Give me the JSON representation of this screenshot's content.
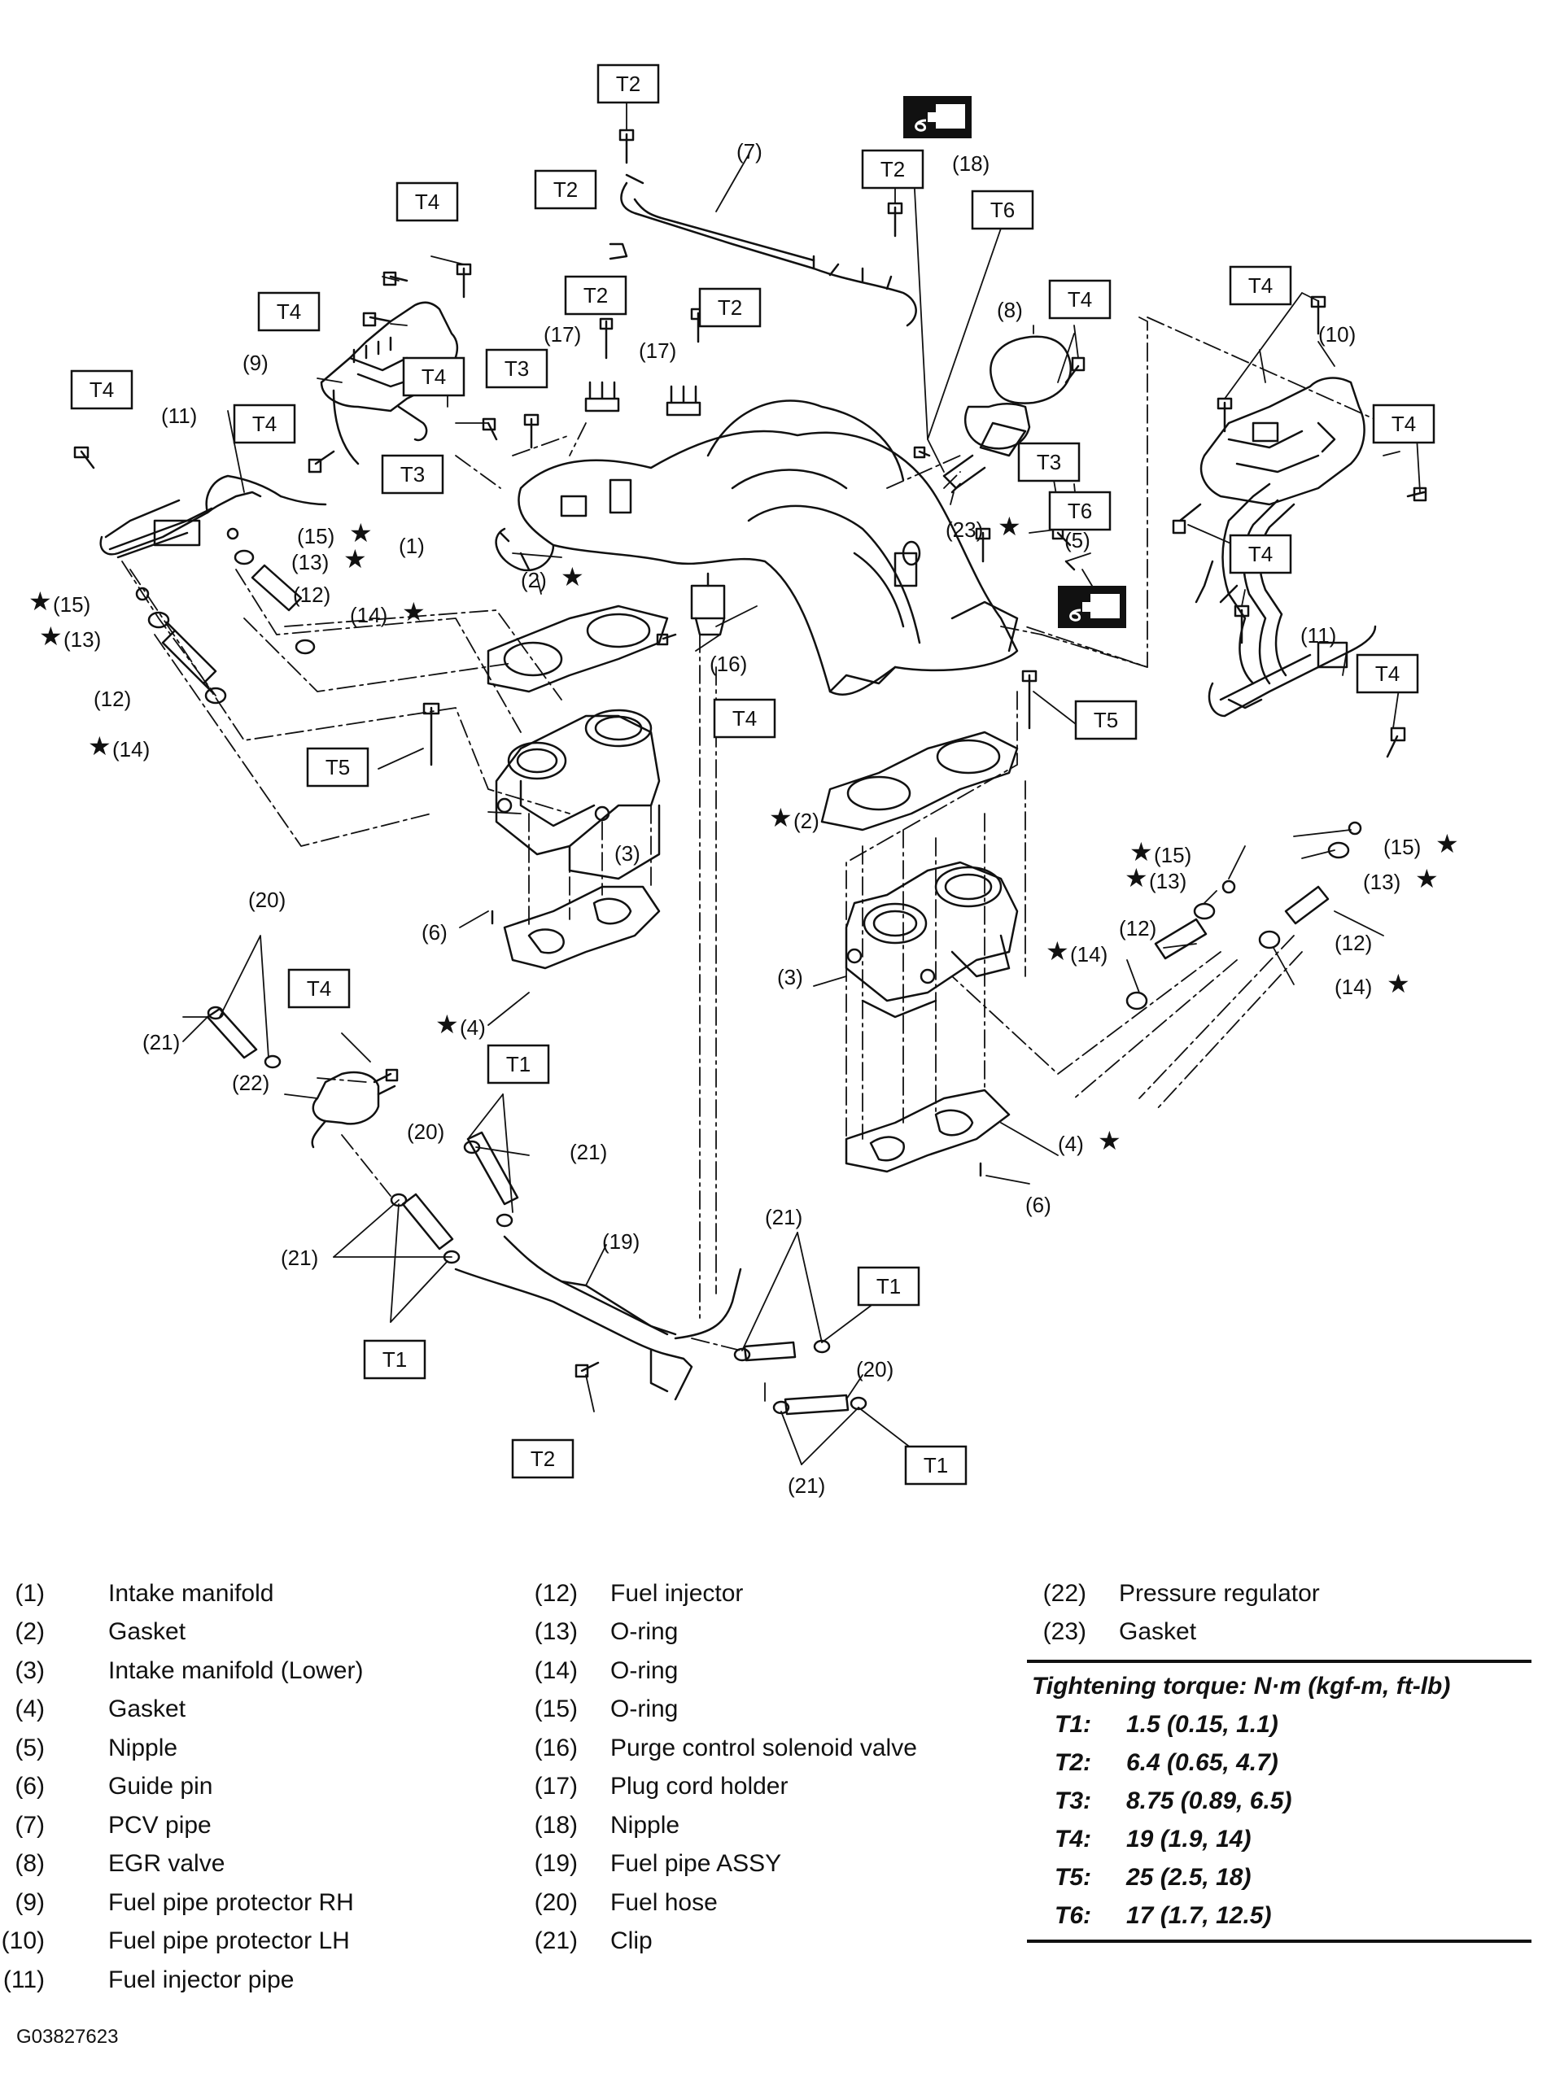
{
  "figure_code": "G03827623",
  "torque_tags": [
    "T1",
    "T2",
    "T3",
    "T4",
    "T5",
    "T6"
  ],
  "callouts": [
    "(1)",
    "(2)",
    "(3)",
    "(4)",
    "(5)",
    "(6)",
    "(7)",
    "(8)",
    "(9)",
    "(10)",
    "(11)",
    "(12)",
    "(13)",
    "(14)",
    "(15)",
    "(16)",
    "(17)",
    "(18)",
    "(19)",
    "(20)",
    "(21)",
    "(22)",
    "(23)"
  ],
  "legend": {
    "col1": [
      {
        "num": "(1)",
        "name": "Intake manifold"
      },
      {
        "num": "(2)",
        "name": "Gasket"
      },
      {
        "num": "(3)",
        "name": "Intake manifold (Lower)"
      },
      {
        "num": "(4)",
        "name": "Gasket"
      },
      {
        "num": "(5)",
        "name": "Nipple"
      },
      {
        "num": "(6)",
        "name": "Guide pin"
      },
      {
        "num": "(7)",
        "name": "PCV pipe"
      },
      {
        "num": "(8)",
        "name": "EGR valve"
      },
      {
        "num": "(9)",
        "name": "Fuel pipe protector RH"
      },
      {
        "num": "(10)",
        "name": "Fuel pipe protector LH"
      },
      {
        "num": "(11)",
        "name": "Fuel injector pipe"
      }
    ],
    "col2": [
      {
        "num": "(12)",
        "name": "Fuel injector"
      },
      {
        "num": "(13)",
        "name": "O-ring"
      },
      {
        "num": "(14)",
        "name": "O-ring"
      },
      {
        "num": "(15)",
        "name": "O-ring"
      },
      {
        "num": "(16)",
        "name": "Purge control solenoid valve"
      },
      {
        "num": "(17)",
        "name": "Plug cord holder"
      },
      {
        "num": "(18)",
        "name": "Nipple"
      },
      {
        "num": "(19)",
        "name": "Fuel pipe ASSY"
      },
      {
        "num": "(20)",
        "name": "Fuel hose"
      },
      {
        "num": "(21)",
        "name": "Clip"
      }
    ],
    "col3": [
      {
        "num": "(22)",
        "name": "Pressure regulator"
      },
      {
        "num": "(23)",
        "name": "Gasket"
      }
    ]
  },
  "torque": {
    "title": "Tightening torque: N·m (kgf-m, ft-lb)",
    "rows": [
      {
        "key": "T1:",
        "value": "1.5 (0.15, 1.1)"
      },
      {
        "key": "T2:",
        "value": "6.4 (0.65, 4.7)"
      },
      {
        "key": "T3:",
        "value": "8.75 (0.89, 6.5)"
      },
      {
        "key": "T4:",
        "value": "19 (1.9, 14)"
      },
      {
        "key": "T5:",
        "value": "25 (2.5, 18)"
      },
      {
        "key": "T6:",
        "value": "17 (1.7, 12.5)"
      }
    ]
  }
}
